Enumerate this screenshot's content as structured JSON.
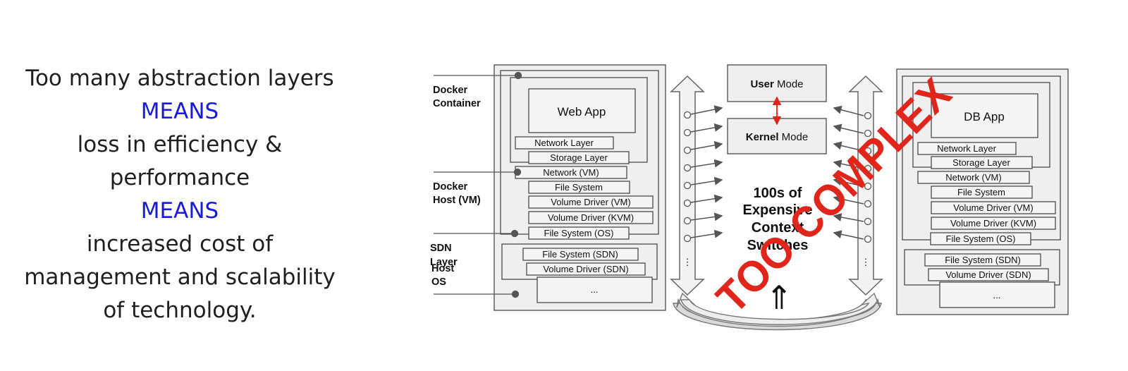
{
  "slide_text": {
    "line1": "Too many abstraction layers",
    "means1": "MEANS",
    "line2": "loss in efficiency &",
    "line3": "performance",
    "means2": "MEANS",
    "line4": "increased cost of",
    "line5": "management and scalability",
    "line6": "of technology.",
    "accent_color": "#1a1adb"
  },
  "diagram": {
    "left_stack": {
      "app": "Web App",
      "layers": [
        "Network Layer",
        "Storage Layer",
        "Network (VM)",
        "File System",
        "Volume Driver (VM)",
        "Volume Driver (KVM)",
        "File System (OS)",
        "File System (SDN)",
        "Volume Driver (SDN)",
        "..."
      ]
    },
    "right_stack": {
      "app": "DB App",
      "layers": [
        "Network Layer",
        "Storage Layer",
        "Network (VM)",
        "File System",
        "Volume Driver (VM)",
        "Volume Driver (KVM)",
        "File System (OS)",
        "File System (SDN)",
        "Volume Driver (SDN)",
        "..."
      ]
    },
    "side_labels": {
      "docker_container_1": "Docker",
      "docker_container_2": "Container",
      "docker_host_1": "Docker",
      "docker_host_2": "Host (VM)",
      "sdn_1": "SDN",
      "sdn_2": "Layer",
      "host_os_1": "Host",
      "host_os_2": "OS"
    },
    "center": {
      "user_mode_bold": "User",
      "user_mode_rest": " Mode",
      "kernel_mode_bold": "Kernel",
      "kernel_mode_rest": " Mode",
      "context_1": "100s of",
      "context_2": "Expensive",
      "context_3": "Context",
      "context_4": "Switches",
      "up_arrow_glyph": "⇑",
      "vertical_ellipsis": "⋮"
    },
    "stamp": "TOO COMPLEX",
    "stamp_color": "#e0261b"
  }
}
